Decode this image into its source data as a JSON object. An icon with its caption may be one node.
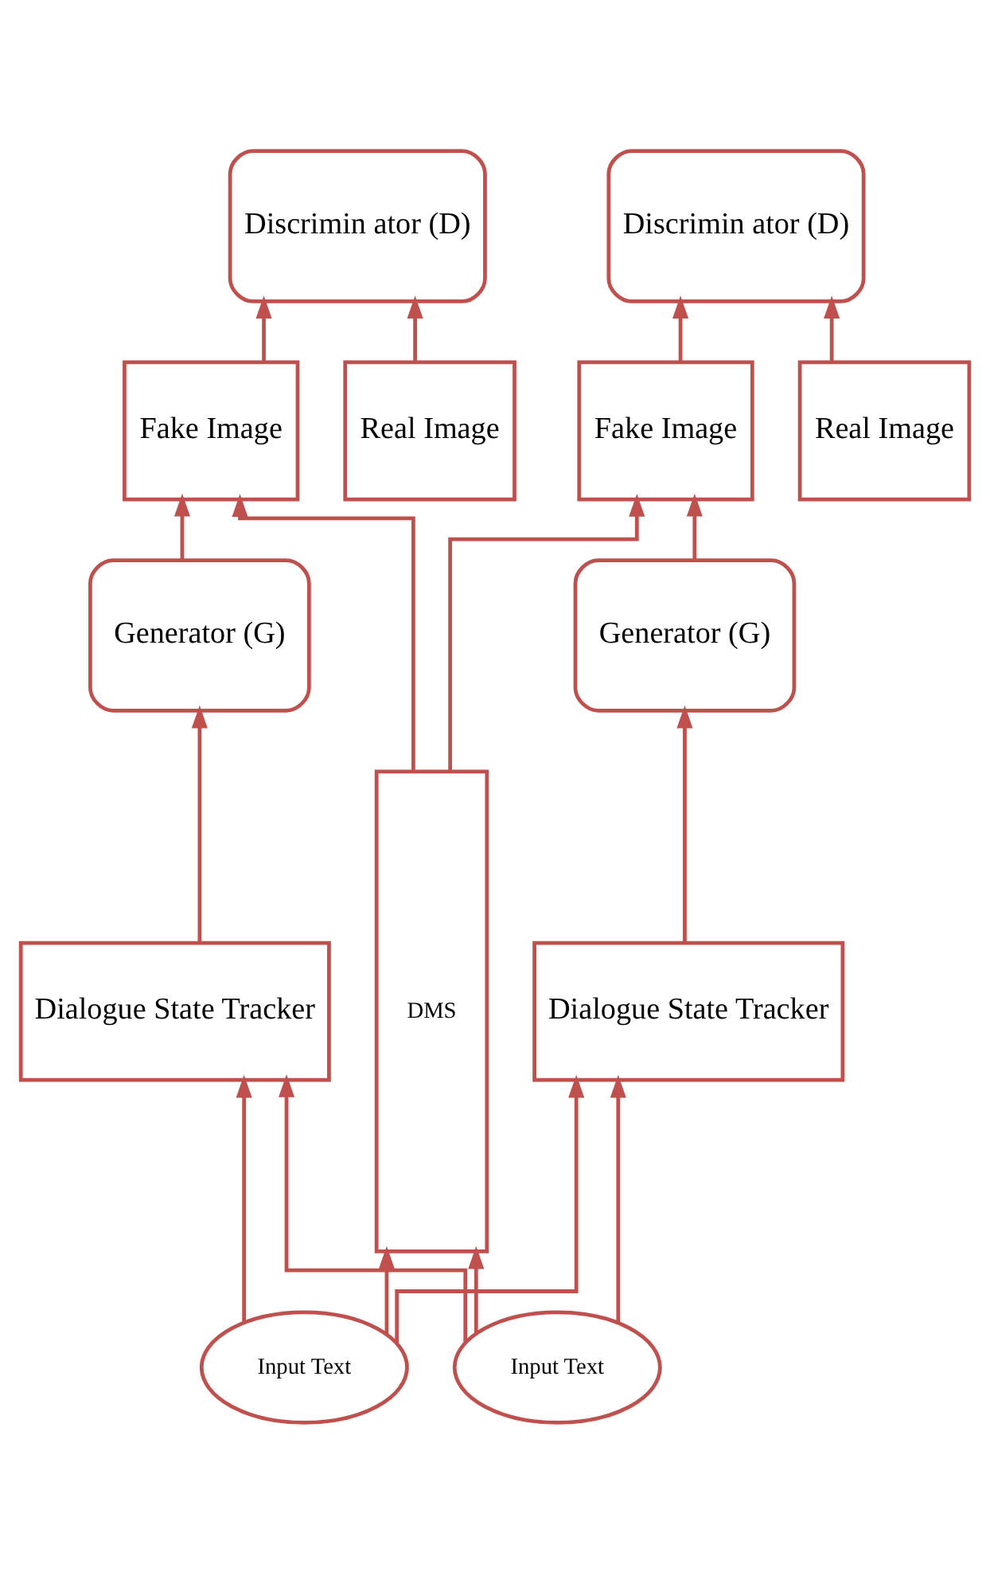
{
  "diagram": {
    "nodes": [
      {
        "text": [
          "Discrimin ator (D)"
        ]
      },
      {
        "text": [
          "Discrimin ator (D)"
        ]
      },
      {
        "text": [
          "DMS"
        ]
      },
      {
        "text": [
          "Fake Image"
        ]
      },
      {
        "text": [
          "Real Image"
        ]
      },
      {
        "text": [
          "Fake Image"
        ]
      },
      {
        "text": [
          "Real Image"
        ]
      },
      {
        "text": [
          "Generator (G)"
        ]
      },
      {
        "text": [
          "Generator (G)"
        ]
      },
      {
        "text": [
          "Dialogue State Tracker"
        ]
      },
      {
        "text": [
          "Dialogue State Tracker"
        ]
      },
      {
        "text": [
          "Input Text"
        ]
      },
      {
        "text": [
          "Input Text"
        ]
      }
    ],
    "edges": [
      {
        "from": 3,
        "to": 0,
        "arrow": "to"
      },
      {
        "from": 4,
        "to": 0,
        "arrow": "to"
      },
      {
        "from": 5,
        "to": 1,
        "arrow": "to"
      },
      {
        "from": 6,
        "to": 1,
        "arrow": "to"
      },
      {
        "from": 2,
        "to": 3,
        "arrow": "to"
      },
      {
        "from": 2,
        "to": 5,
        "arrow": "to"
      },
      {
        "from": 7,
        "to": 3,
        "arrow": "to"
      },
      {
        "from": 8,
        "to": 5,
        "arrow": "to"
      },
      {
        "from": 9,
        "to": 7,
        "arrow": "to"
      },
      {
        "from": 10,
        "to": 8,
        "arrow": "to"
      },
      {
        "from": 11,
        "to": 2,
        "arrow": "to"
      },
      {
        "from": 11,
        "to": 9,
        "arrow": "to"
      },
      {
        "from": 11,
        "to": 10,
        "arrow": "to"
      },
      {
        "from": 12,
        "to": 2,
        "arrow": "to"
      },
      {
        "from": 12,
        "to": 9,
        "arrow": "to"
      },
      {
        "from": 12,
        "to": 10,
        "arrow": "to"
      }
    ]
  }
}
